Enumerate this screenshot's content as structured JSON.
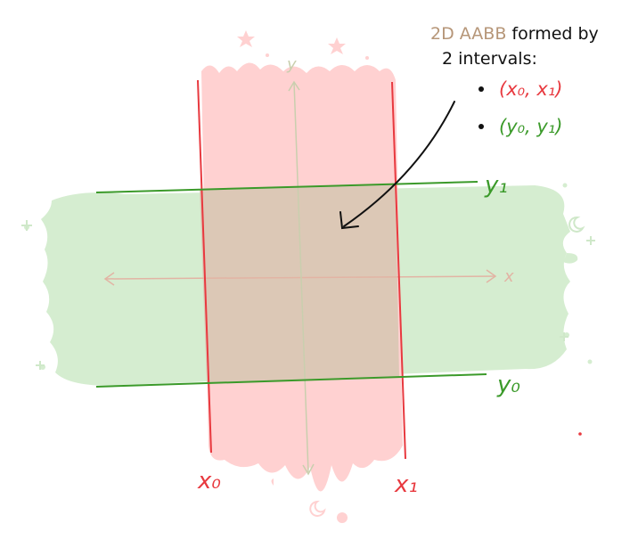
{
  "title_prefix": "2D AABB",
  "title_rest": " formed by",
  "title_line2": "2 intervals:",
  "interval_x": "(x₀, x₁)",
  "interval_y": "(y₀, y₁)",
  "label_x0": "x₀",
  "label_x1": "x₁",
  "label_y0": "y₀",
  "label_y1": "y₁",
  "axis_x": "x",
  "axis_y": "y",
  "colors": {
    "red_line": "#e8393f",
    "red_fill": "#ffd1d1",
    "green_line": "#3b9a2a",
    "green_fill": "#d5edd0",
    "overlap": "#dcc8b6",
    "axis": "#e2b4a4",
    "title_prefix": "#b69678",
    "ink": "#111111"
  }
}
